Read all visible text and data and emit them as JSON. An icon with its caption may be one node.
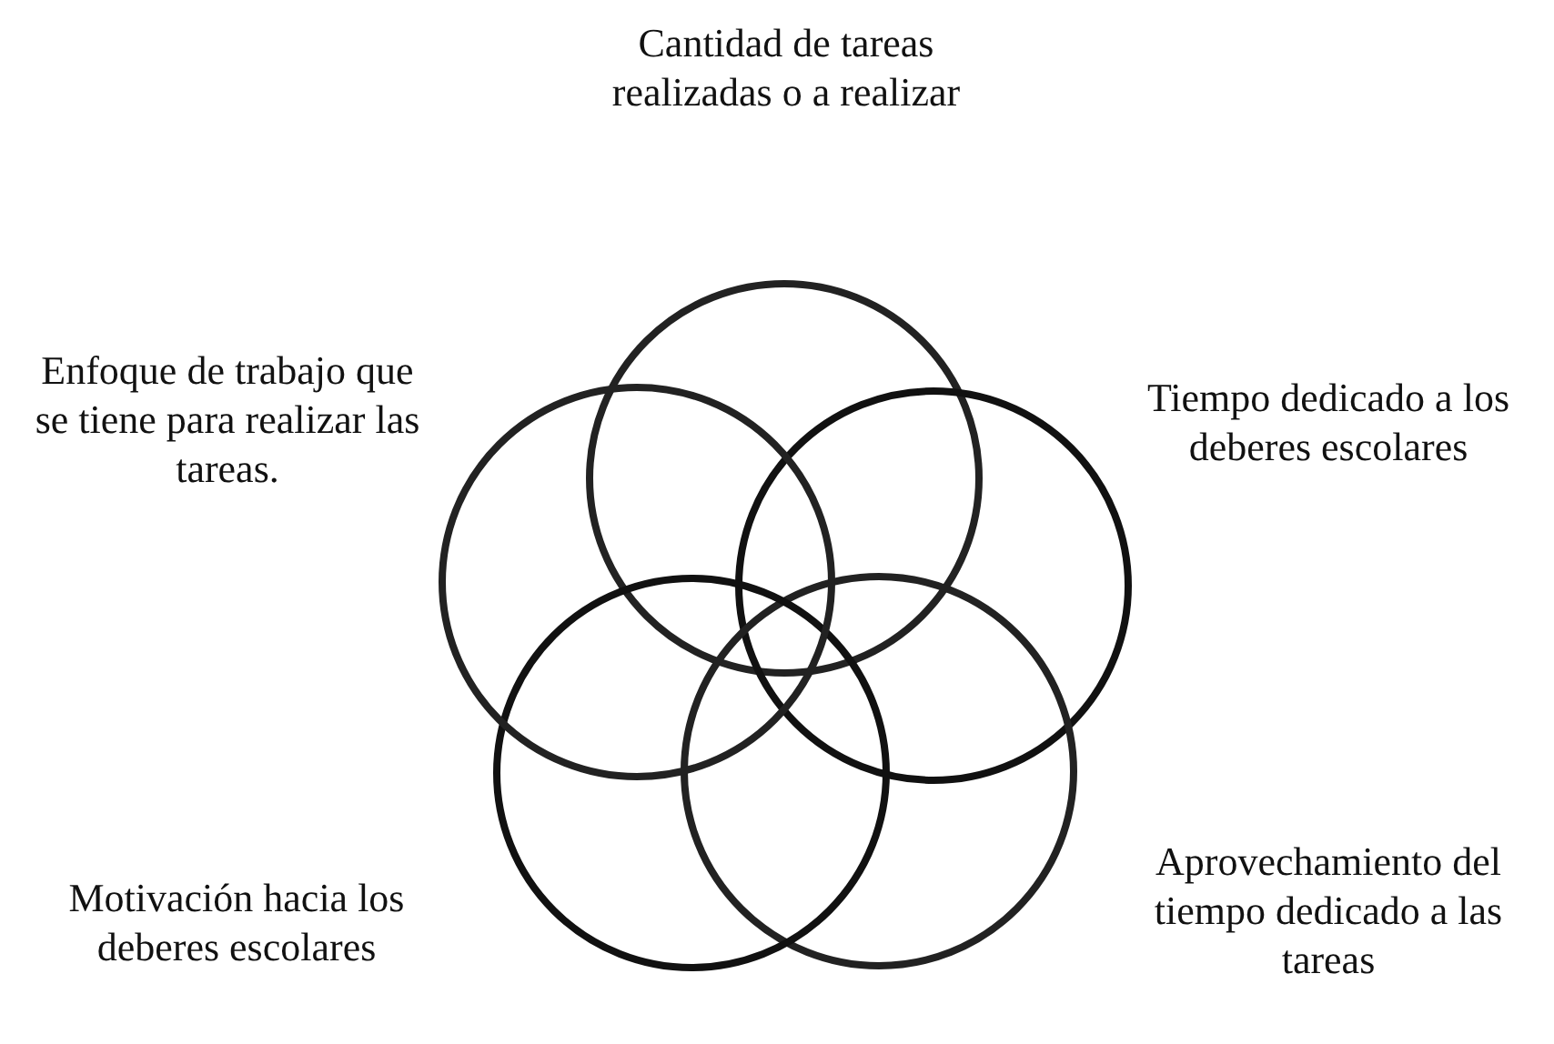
{
  "diagram": {
    "nodes": [
      {
        "text": [
          "Cantidad de tareas realizadas o a realizar"
        ]
      },
      {
        "text": [
          "Tiempo dedicado a los deberes escolares"
        ]
      },
      {
        "text": [
          "Aprovechamiento del tiempo dedicado a las tareas"
        ]
      },
      {
        "text": [
          "Motivación hacia los deberes escolares"
        ]
      },
      {
        "text": [
          "Enfoque de trabajo que se tiene para realizar las tareas."
        ]
      }
    ]
  }
}
